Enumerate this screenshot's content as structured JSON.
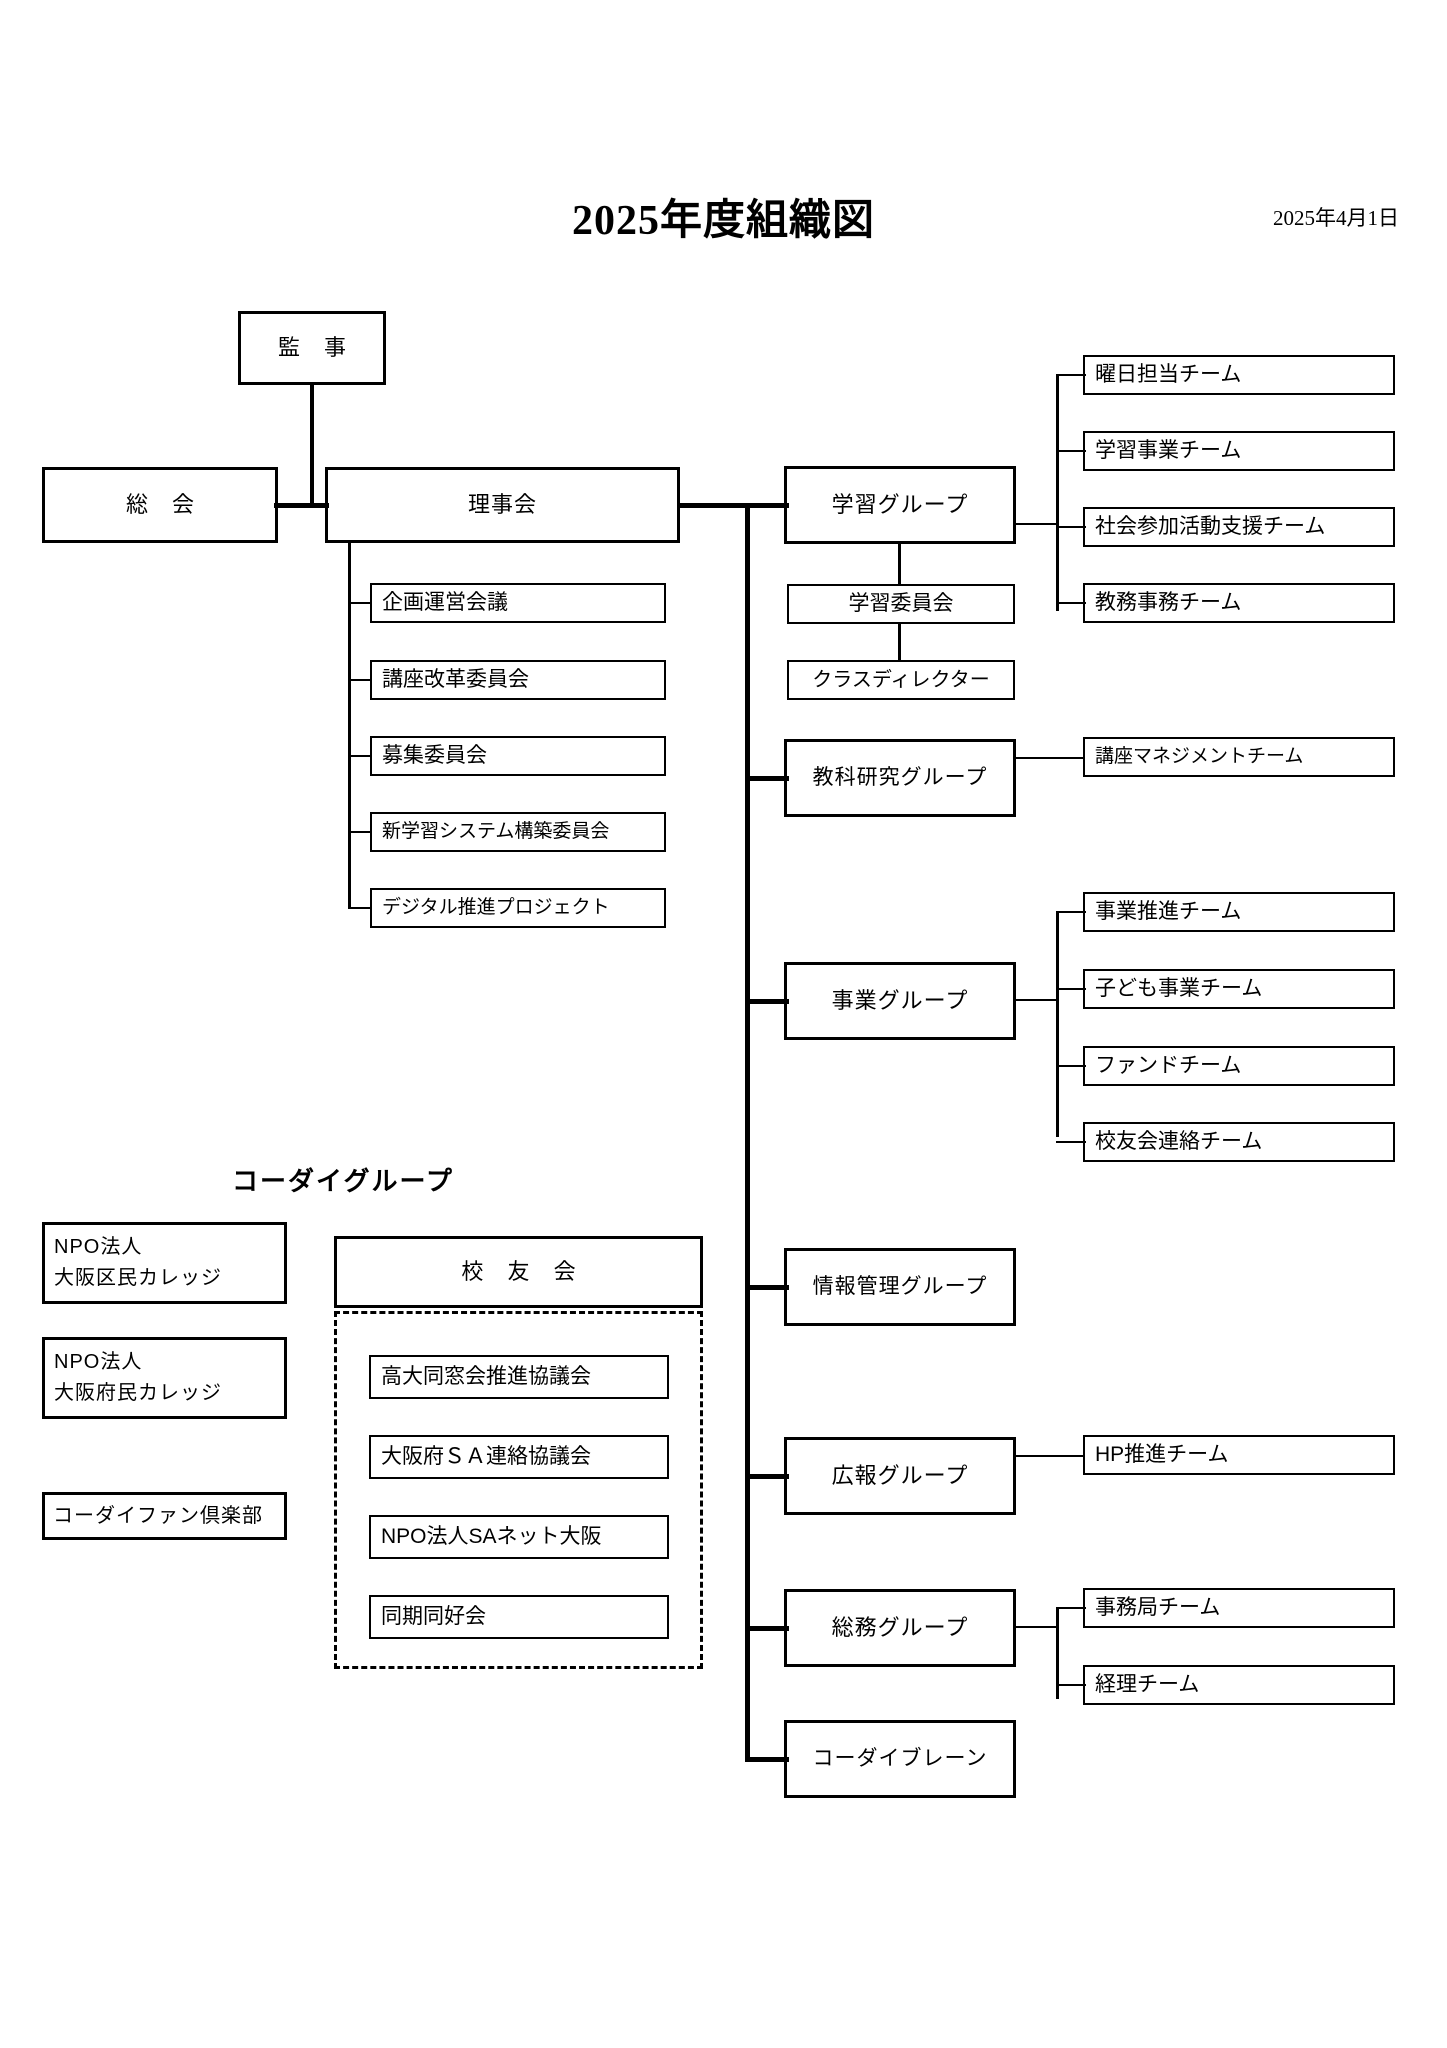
{
  "header": {
    "title": "2025年度組織図",
    "date": "2025年4月1日"
  },
  "top": {
    "auditor": "監 事",
    "general_assembly": "総  会",
    "board": "理事会"
  },
  "board_committees": [
    {
      "label": "企画運営会議"
    },
    {
      "label": "講座改革委員会"
    },
    {
      "label": "募集委員会"
    },
    {
      "label": "新学習システム構築委員会"
    },
    {
      "label": "デジタル推進プロジェクト"
    }
  ],
  "groups": [
    {
      "name": "学習グループ",
      "teams": [
        {
          "label": "曜日担当チーム"
        },
        {
          "label": "学習事業チーム"
        },
        {
          "label": "社会参加活動支援チーム"
        },
        {
          "label": "教務事務チーム"
        }
      ]
    },
    {
      "name": "教科研究グループ",
      "teams": [
        {
          "label": "講座マネジメントチーム"
        }
      ]
    },
    {
      "name": "事業グループ",
      "teams": [
        {
          "label": "事業推進チーム"
        },
        {
          "label": "子ども事業チーム"
        },
        {
          "label": "ファンドチーム"
        },
        {
          "label": "校友会連絡チーム"
        }
      ]
    },
    {
      "name": "情報管理グループ",
      "teams": []
    },
    {
      "name": "広報グループ",
      "teams": [
        {
          "label": "HP推進チーム"
        }
      ]
    },
    {
      "name": "総務グループ",
      "teams": [
        {
          "label": "事務局チーム"
        },
        {
          "label": "経理チーム"
        }
      ]
    },
    {
      "name": "コーダイブレーン",
      "teams": []
    }
  ],
  "learning_sub": {
    "committee": "学習委員会",
    "class_director": "クラスディレクター"
  },
  "kodai_group": {
    "label": "コーダイグループ",
    "entities": [
      {
        "line1": "NPO法人",
        "line2": "大阪区民カレッジ"
      },
      {
        "line1": "NPO法人",
        "line2": "大阪府民カレッジ"
      }
    ],
    "fan_club": "コーダイファン倶楽部",
    "alumni": {
      "title": "校 友 会",
      "members": [
        {
          "label": "高大同窓会推進協議会"
        },
        {
          "label": "大阪府ＳＡ連絡協議会"
        },
        {
          "label": "NPO法人SAネット大阪"
        },
        {
          "label": "同期同好会"
        }
      ]
    }
  }
}
